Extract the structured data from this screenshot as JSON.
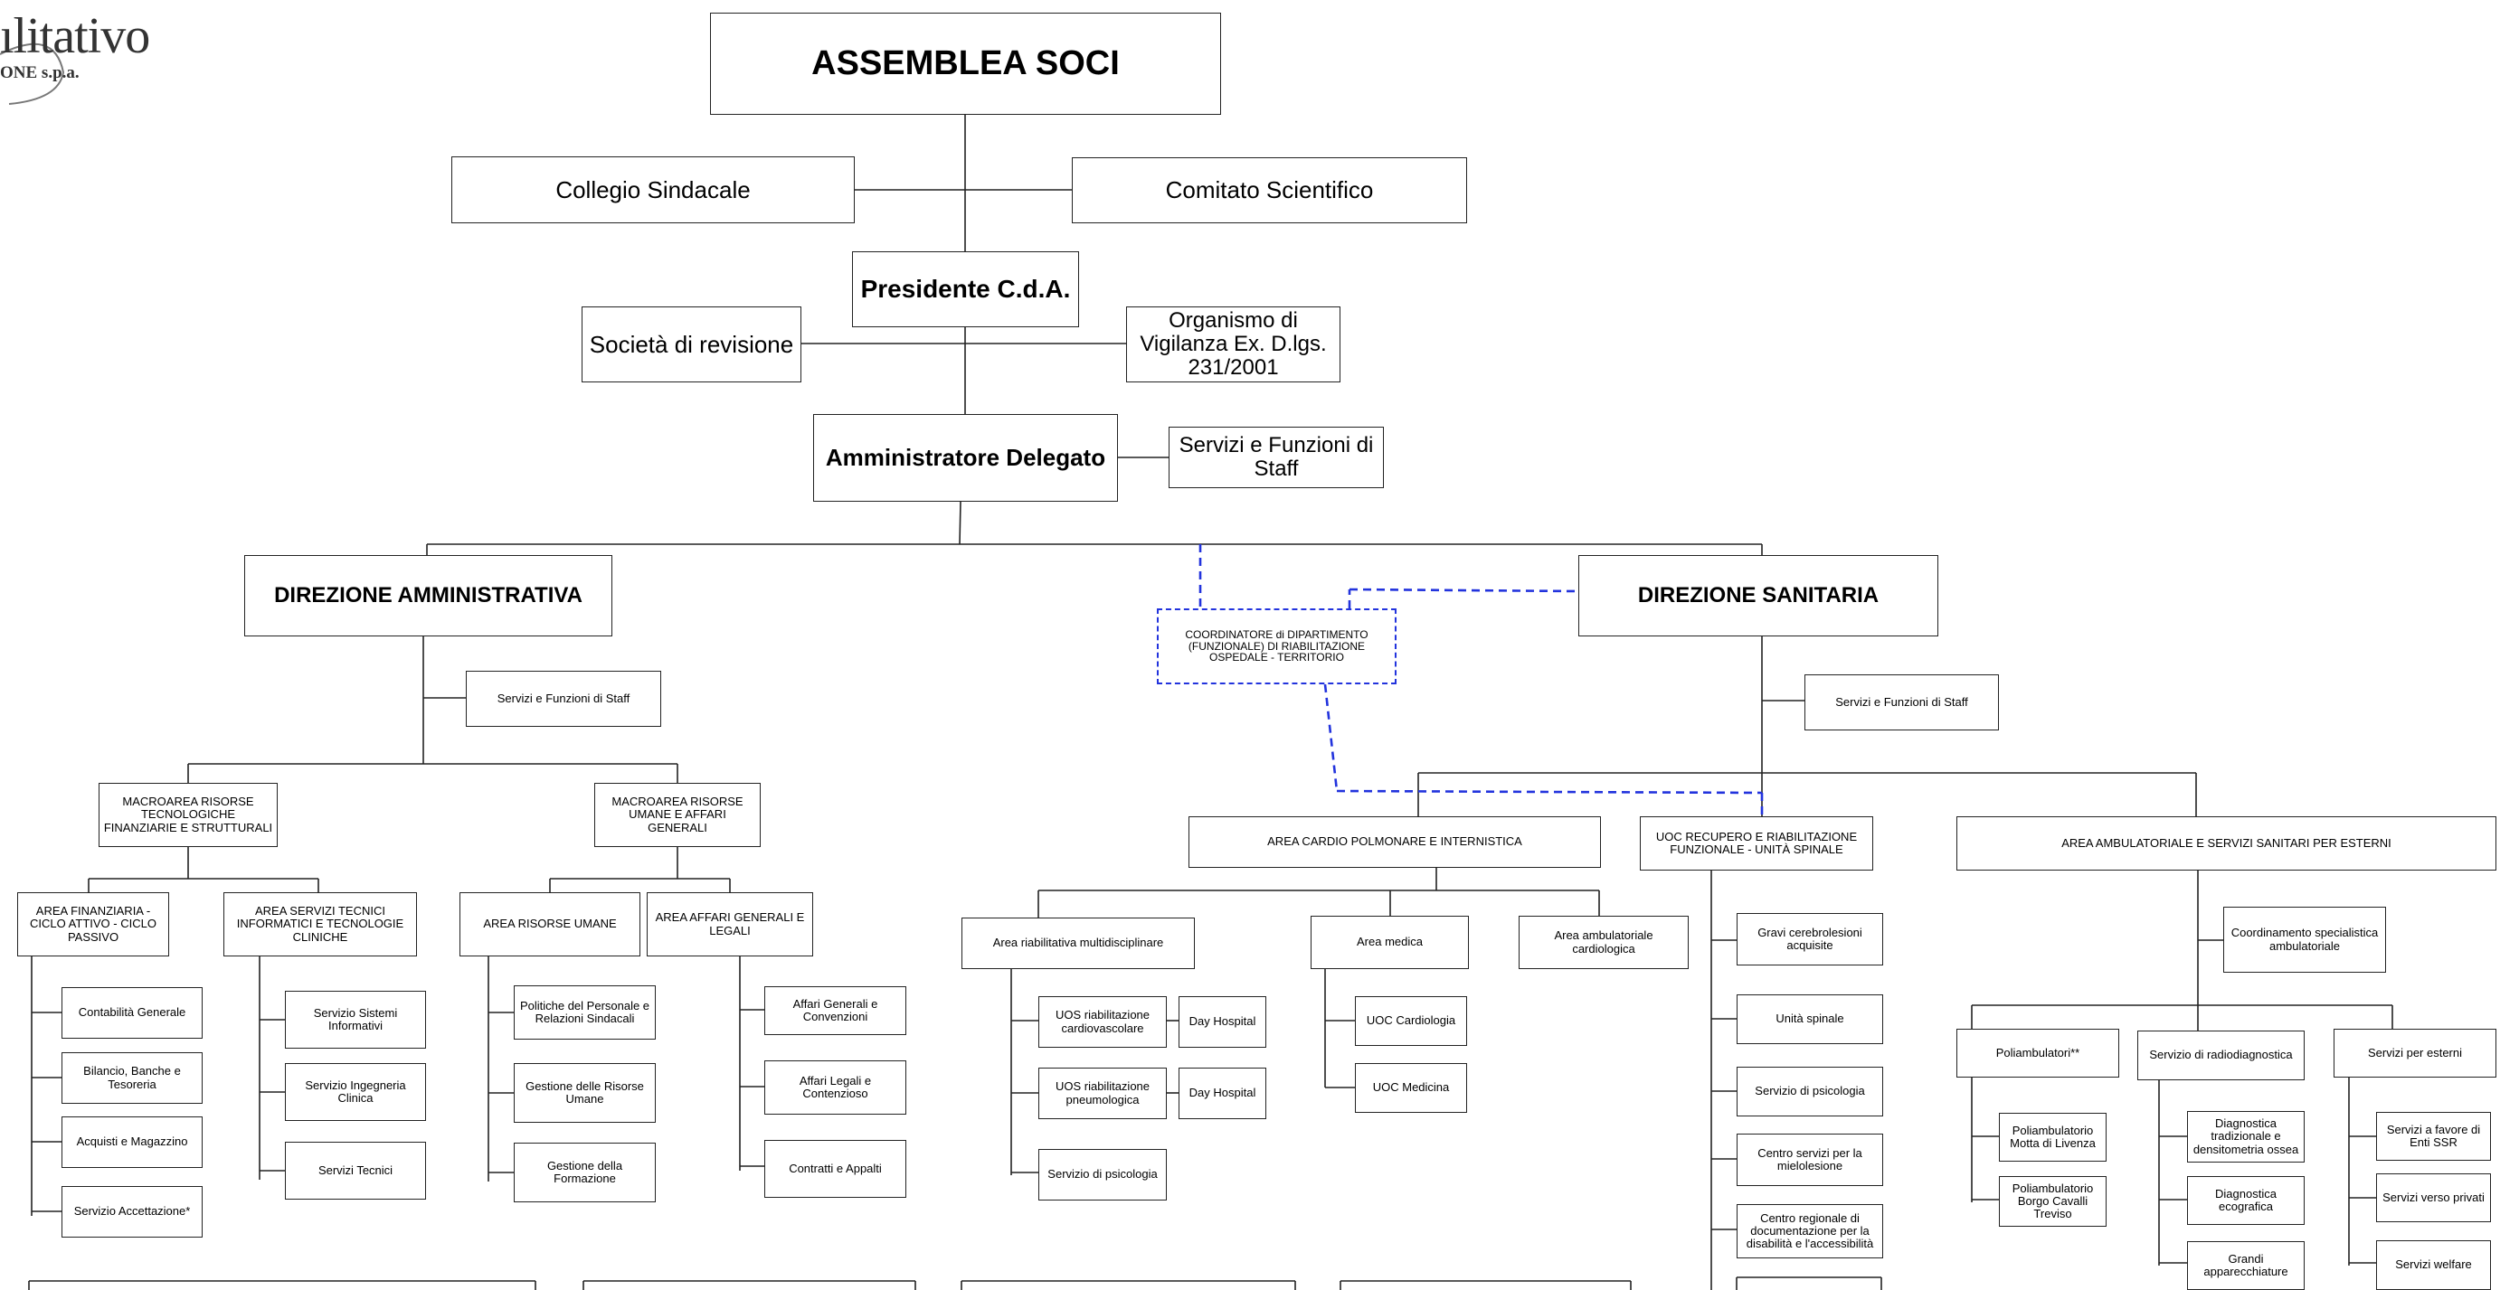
{
  "logo": {
    "text": "ılitativo",
    "subtext": "ONE s.p.a."
  },
  "colors": {
    "line": "#222222",
    "coordination_link": "#2233dd",
    "background": "#ffffff"
  },
  "nodes": {
    "assemblea_soci": "ASSEMBLEA SOCI",
    "collegio_sindacale": "Collegio Sindacale",
    "comitato_scientifico": "Comitato Scientifico",
    "presidente": "Presidente C.d.A.",
    "societa_revisione": "Società di revisione",
    "organismo_vigilanza": "Organismo di Vigilanza Ex. D.lgs. 231/2001",
    "amministratore_delegato": "Amministratore Delegato",
    "servizi_staff_ad": "Servizi e Funzioni di Staff",
    "direzione_amministrativa": "DIREZIONE AMMINISTRATIVA",
    "direzione_sanitaria": "DIREZIONE SANITARIA",
    "coordinatore_dipartimento": "COORDINATORE di DIPARTIMENTO (FUNZIONALE) DI RIABILITAZIONE OSPEDALE - TERRITORIO",
    "staff_amministrativa": "Servizi e Funzioni di Staff",
    "staff_sanitaria": "Servizi e Funzioni di Staff",
    "macro_tecnologiche": "MACROAREA RISORSE TECNOLOGICHE FINANZIARIE E STRUTTURALI",
    "macro_umane": "MACROAREA RISORSE UMANE E AFFARI GENERALI",
    "area_finanziaria": "AREA FINANZIARIA - CICLO ATTIVO - CICLO PASSIVO",
    "area_servizi_tecnici": "AREA SERVIZI TECNICI INFORMATICI E TECNOLOGIE CLINICHE",
    "area_risorse_umane": "AREA RISORSE UMANE",
    "area_affari_generali": "AREA AFFARI GENERALI E LEGALI",
    "contabilita": "Contabilità Generale",
    "bilancio": "Bilancio, Banche e Tesoreria",
    "acquisti": "Acquisti e Magazzino",
    "accettazione": "Servizio Accettazione*",
    "sistemi_informativi": "Servizio Sistemi Informativi",
    "ingegneria_clinica": "Servizio Ingegneria Clinica",
    "servizi_tecnici": "Servizi Tecnici",
    "politiche_personale": "Politiche del Personale e Relazioni Sindacali",
    "gestione_risorse_umane": "Gestione delle Risorse Umane",
    "gestione_formazione": "Gestione della Formazione",
    "affari_generali_convenzioni": "Affari Generali e Convenzioni",
    "affari_legali": "Affari Legali e Contenzioso",
    "contratti_appalti": "Contratti e Appalti",
    "area_cardio": "AREA CARDIO POLMONARE E INTERNISTICA",
    "uoc_recupero": "UOC RECUPERO E RIABILITAZIONE FUNZIONALE - UNITÀ SPINALE",
    "area_ambulatoriale_esterni": "AREA AMBULATORIALE E SERVIZI SANITARI PER ESTERNI",
    "area_riabilitativa": "Area riabilitativa multidisciplinare",
    "area_medica": "Area medica",
    "area_ambulatoriale_cardio": "Area ambulatoriale cardiologica",
    "uos_cardiovascolare": "UOS riabilitazione cardiovascolare",
    "uos_pneumologica": "UOS riabilitazione pneumologica",
    "day_hospital_1": "Day Hospital",
    "day_hospital_2": "Day Hospital",
    "servizio_psicologia_cardio": "Servizio di psicologia",
    "uoc_cardiologia": "UOC Cardiologia",
    "uoc_medicina": "UOC Medicina",
    "gravi_cerebrolesioni": "Gravi cerebrolesioni acquisite",
    "unita_spinale": "Unità spinale",
    "servizio_psicologia_spinale": "Servizio di psicologia",
    "centro_mielolesione": "Centro servizi per la mielolesione",
    "centro_documentazione": "Centro regionale di documentazione per la disabilità e l'accessibilità",
    "coordinamento_specialistica": "Coordinamento specialistica ambulatoriale",
    "poliambulatori": "Poliambulatori**",
    "servizio_radiodiagnostica": "Servizio di radiodiagnostica",
    "servizi_esterni": "Servizi per esterni",
    "poli_motta": "Poliambulatorio Motta di Livenza",
    "poli_borgo": "Poliambulatorio Borgo Cavalli Treviso",
    "diag_tradizionale": "Diagnostica tradizionale e densitometria ossea",
    "diag_ecografica": "Diagnostica ecografica",
    "grandi_apparecchiature": "Grandi apparecchiature",
    "servizi_ssr": "Servizi a favore di Enti SSR",
    "servizi_privati": "Servizi verso privati",
    "servizi_welfare": "Servizi welfare"
  }
}
